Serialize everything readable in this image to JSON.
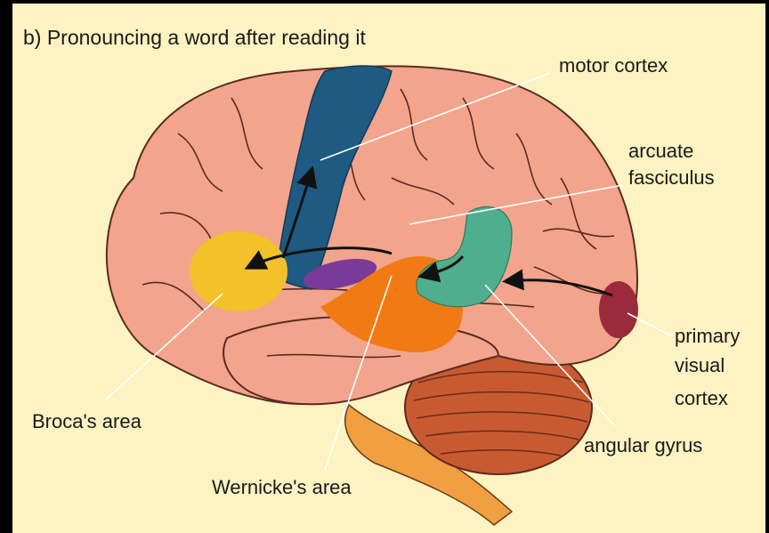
{
  "title": "b) Pronouncing a word after reading it",
  "labels": {
    "motor_cortex": "motor cortex",
    "arcuate_line1": "arcuate",
    "arcuate_line2": "fasciculus",
    "primary_line1": "primary",
    "primary_line2": "visual",
    "primary_line3": "cortex",
    "brocas_area": "Broca's area",
    "wernickes_area": "Wernicke's area",
    "angular_gyrus": "angular gyrus"
  },
  "colors": {
    "background": "#fdf3c2",
    "brain": "#f2a58c",
    "sulci": "#5a2a20",
    "motor_cortex": "#1e5a82",
    "broca": "#f3c12a",
    "wernicke": "#f27a14",
    "angular_gyrus": "#4fae8d",
    "visual_cortex": "#9a2a3c",
    "arcuate": "#7a3a9a",
    "cerebellum": "#c85a32",
    "brainstem": "#f0a040",
    "arrow": "#111111",
    "leader": "#ffffff"
  }
}
